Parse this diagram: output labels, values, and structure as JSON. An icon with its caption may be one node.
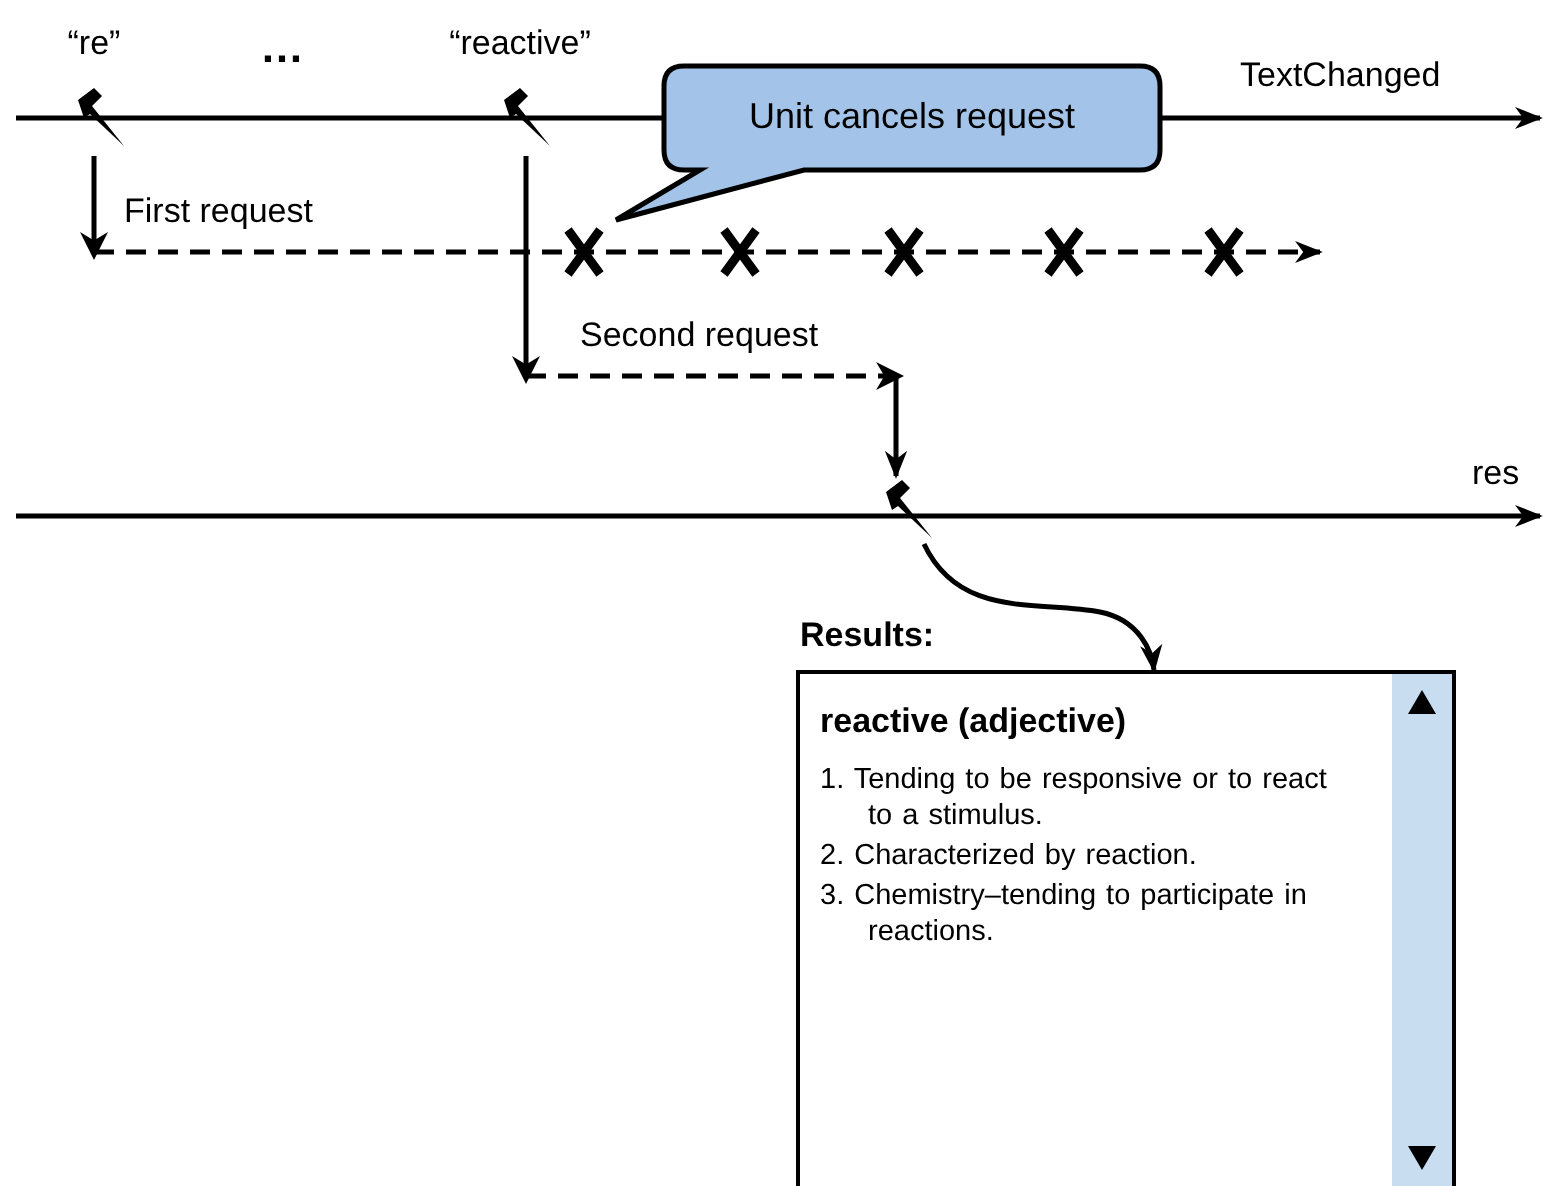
{
  "diagram": {
    "nodes": [
      {
        "text": [
          "“re”"
        ]
      },
      {
        "text": [
          "“reactive”"
        ]
      },
      {
        "text": [
          "Unit cancels request"
        ]
      },
      {
        "text": [],
        "shape": "lightning"
      },
      {
        "text": [
          "Results:",
          "reactive (adjective)",
          "1. Tending to be responsive or to react to a stimulus.",
          "2. Characterized by reaction.",
          "3. Chemistry–tending to participate in reactions."
        ]
      }
    ],
    "edges": [
      {
        "from": 0,
        "to": null,
        "arrow": "to",
        "label": "First request",
        "style": "dashed"
      },
      {
        "from": 1,
        "to": 3,
        "arrow": "to",
        "label": "Second request",
        "style": "dashed"
      },
      {
        "from": 3,
        "to": 4,
        "arrow": "to"
      }
    ],
    "labels": [
      "…",
      "TextChanged",
      "res"
    ]
  }
}
